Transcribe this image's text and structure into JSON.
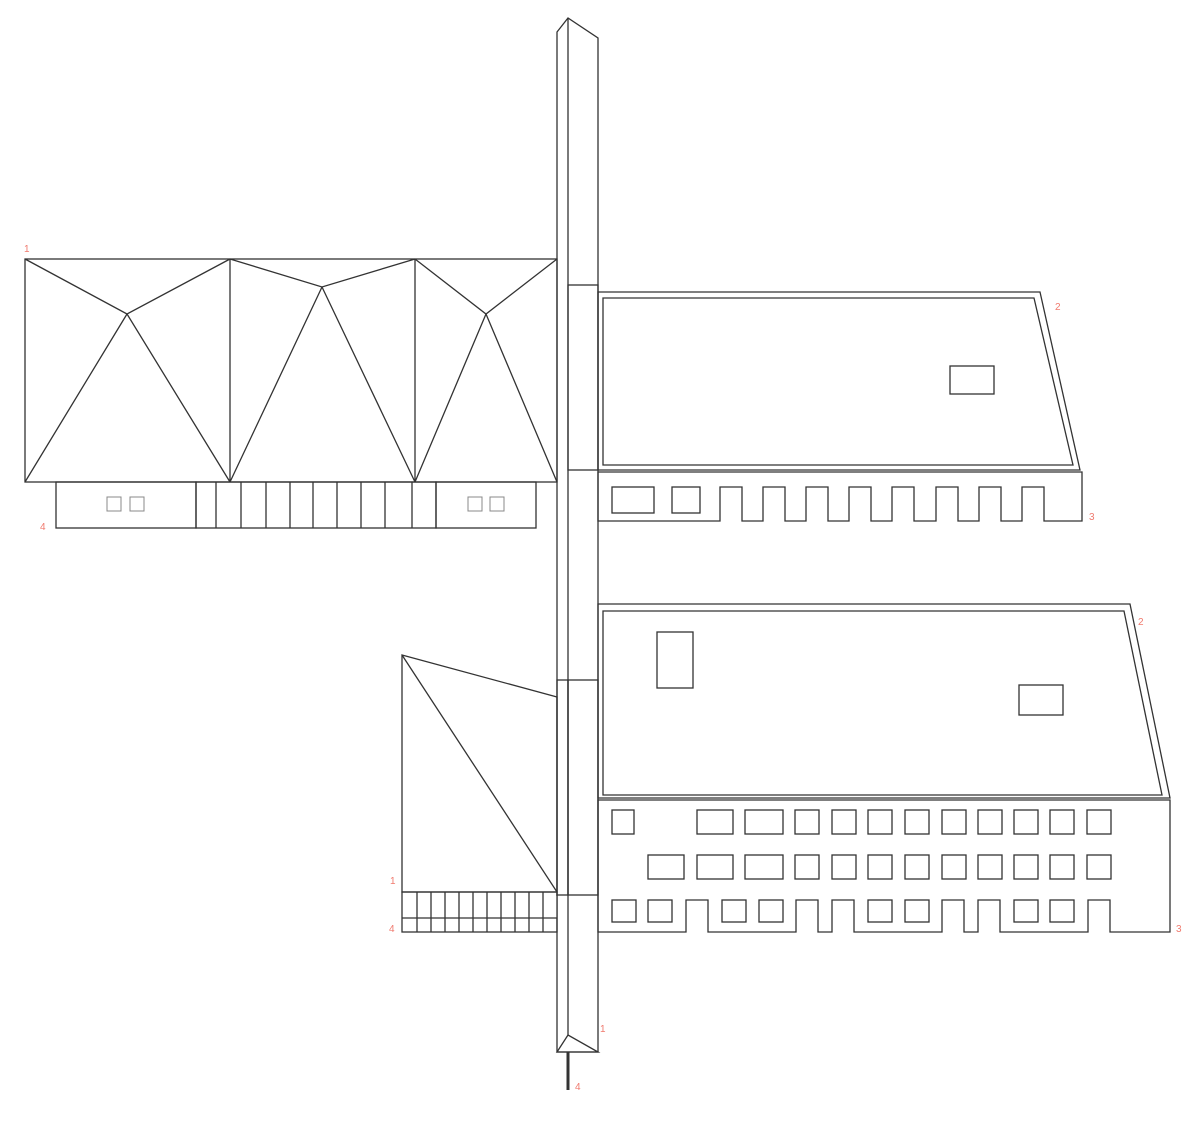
{
  "colors": {
    "glass": "#e5f0f0",
    "brick": "#e8cfcc",
    "concrete": "#b3ada6",
    "gravel_bg": "#d9d9d9",
    "line": "#333333",
    "label": "#f07a6e"
  },
  "labels": {
    "hall_roof": "1",
    "hall_base": "4",
    "upper_block_roof": "2",
    "upper_block_facade": "3",
    "lower_block_roof": "2",
    "lower_block_facade": "3",
    "wing_roof": "1",
    "wing_base": "4",
    "tower_body": "1",
    "tower_base": "4"
  }
}
